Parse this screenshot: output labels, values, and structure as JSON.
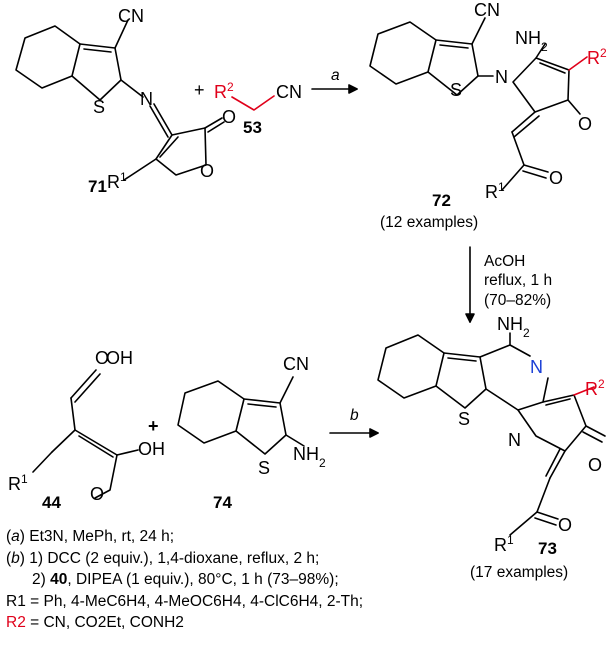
{
  "compounds": {
    "c71": "71",
    "c53": "53",
    "c72": "72",
    "c44": "44",
    "c74": "74",
    "c73": "73"
  },
  "examples": {
    "c72": "(12 examples)",
    "c73": "(17 examples)"
  },
  "atoms": {
    "cn": "CN",
    "nh2": "NH",
    "sub2": "2",
    "s": "S",
    "n": "N",
    "o": "O",
    "oh": "OH",
    "r": "R",
    "sup1": "1",
    "sup2": "2"
  },
  "steps": {
    "a": "a",
    "b": "b",
    "plus": "+",
    "acoh": "AcOH",
    "reflux": "reflux, 1 h",
    "yield": "(70–82%)"
  },
  "notes": {
    "a_label": "a",
    "a_text": "Et3N, MePh, rt, 24 h;",
    "b_label": "b",
    "b_text1": "1) DCC (2 equiv.), 1,4-dioxane, reflux, 2 h;",
    "b_text2_pre": "2)",
    "b_text2_bold": "40",
    "b_text2_post": ", DIPEA (1 equiv.), 80°C, 1 h (73–98%);",
    "r1_text": "R1 = Ph, 4-MeC6H4, 4-MeOC6H4, 4-ClC6H4, 2-Th;",
    "r2_label": "R2",
    "r2_text": " = CN, CO2Et, CONH2"
  }
}
